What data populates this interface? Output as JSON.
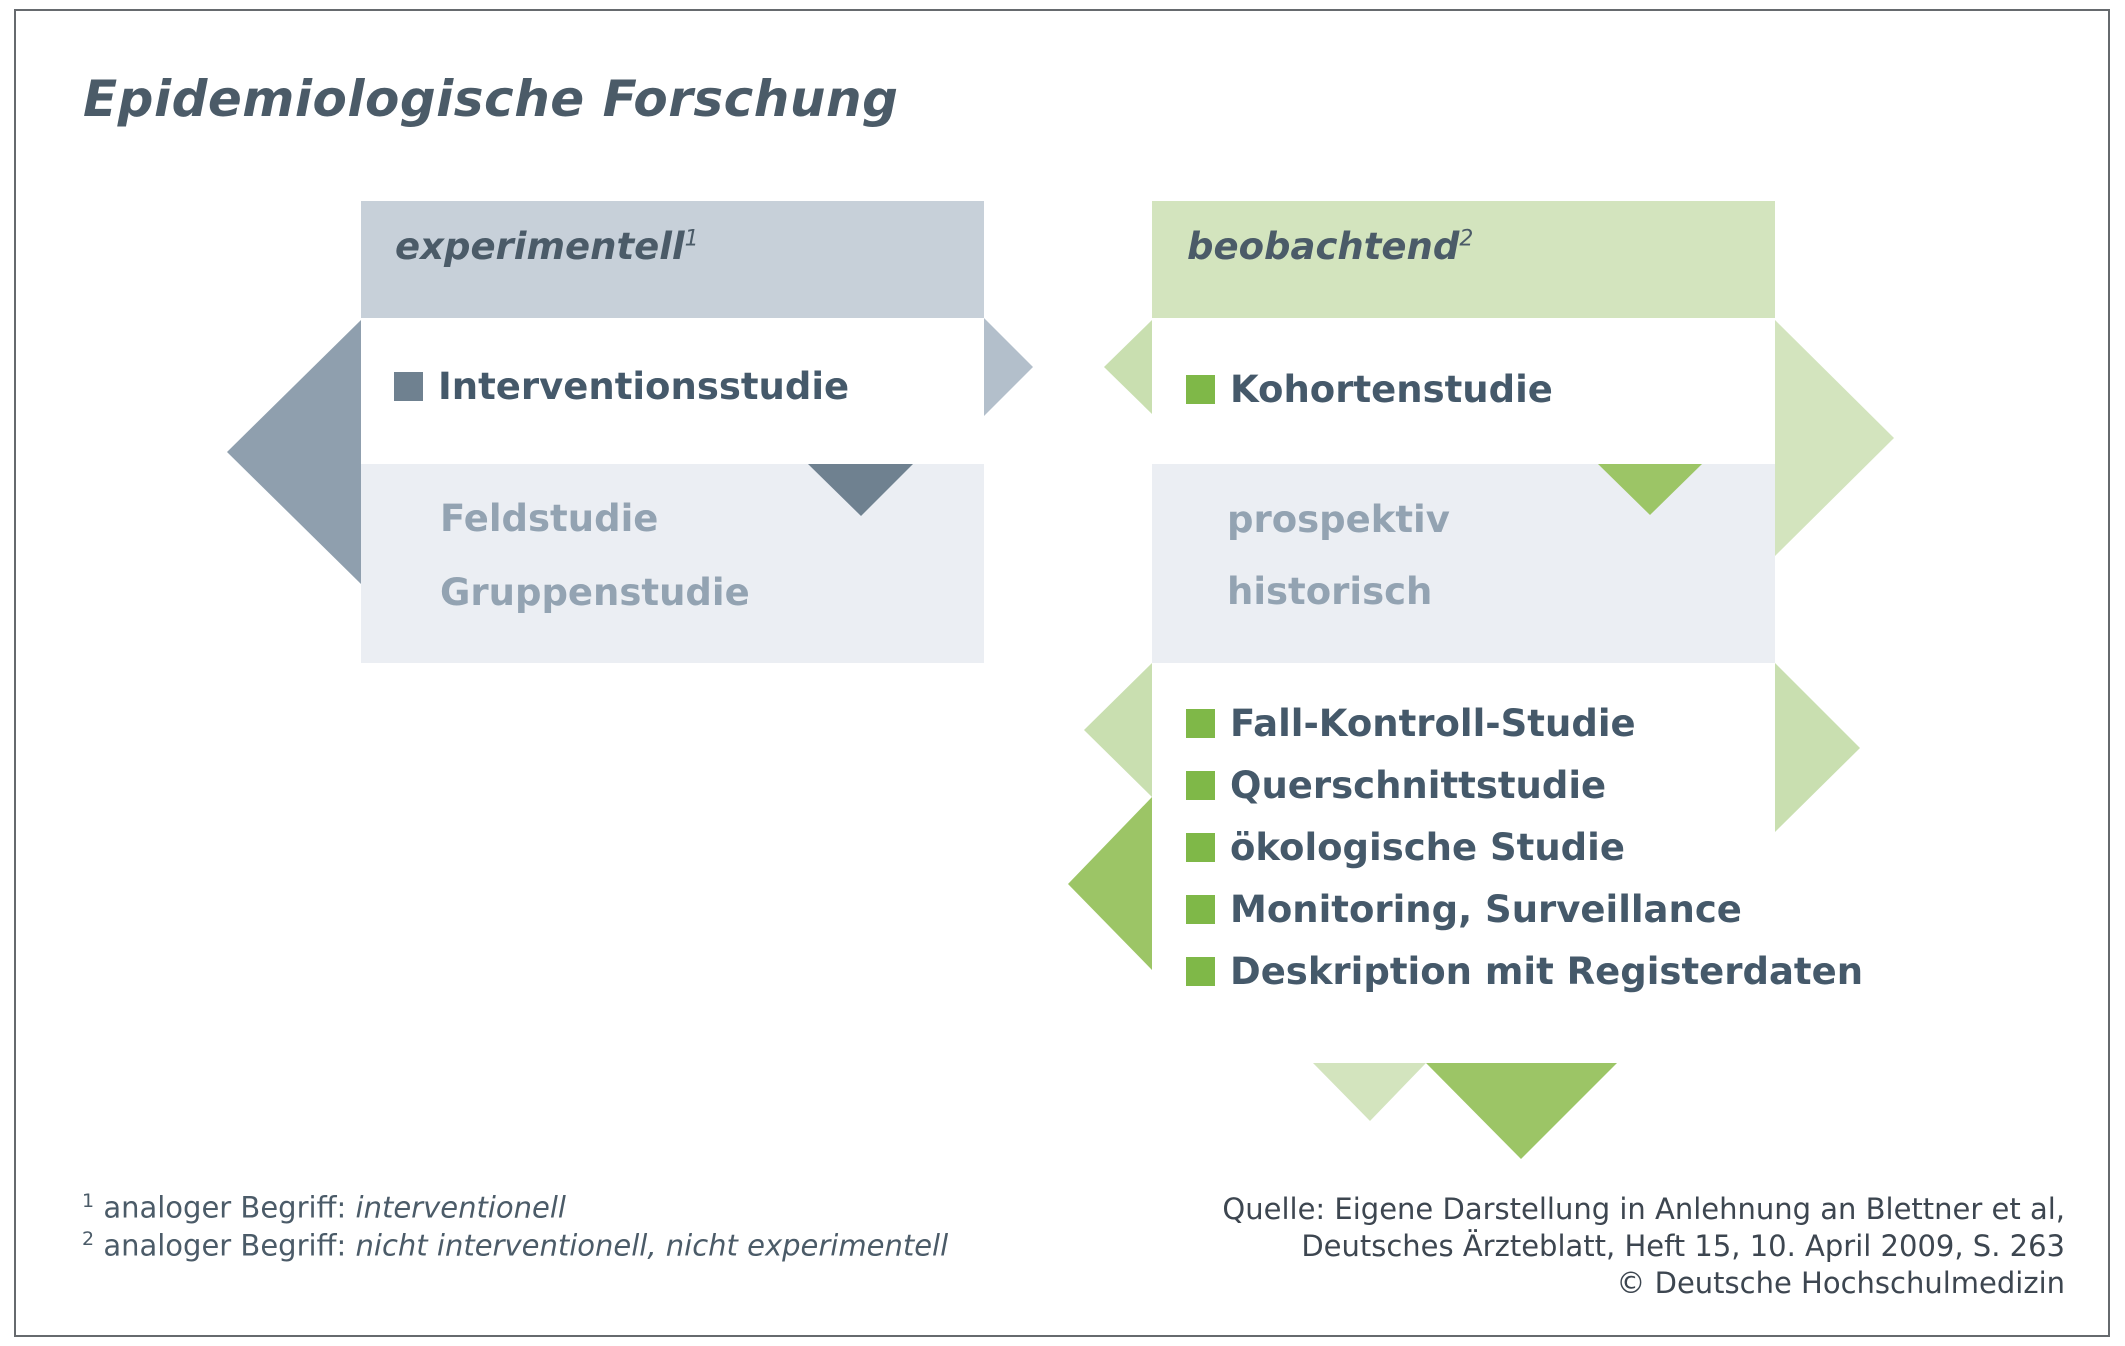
{
  "title": "Epidemiologische Forschung",
  "left": {
    "header": "experimentell",
    "header_sup": "1",
    "main_item": "Interventionsstudie",
    "subtypes": [
      "Feldstudie",
      "Gruppenstudie"
    ]
  },
  "right": {
    "header": "beobachtend",
    "header_sup": "2",
    "main_item": "Kohortenstudie",
    "subtypes": [
      "prospektiv",
      "historisch"
    ],
    "other_items": [
      "Fall-Kontroll-Studie",
      "Querschnittstudie",
      "ökologische Studie",
      "Monitoring, Surveillance",
      "Deskription mit Registerdaten"
    ]
  },
  "footnotes": [
    {
      "num": "1",
      "text": "analoger Begriff: ",
      "italic": "interventionell"
    },
    {
      "num": "2",
      "text": "analoger Begriff: ",
      "italic": "nicht interventionell, nicht experimentell"
    }
  ],
  "source": [
    "Quelle: Eigene Darstellung in Anlehnung an Blettner et al,",
    "Deutsches Ärzteblatt, Heft 15, 10. April 2009, S. 263",
    "© Deutsche Hochschulmedizin"
  ],
  "colors": {
    "gray_header": "#c7d0d9",
    "gray_panel": "#ebeef3",
    "gray_dark": "#6f8190",
    "gray_mid": "#8f9fae",
    "gray_light": "#b3bfcb",
    "green_header": "#d3e4be",
    "green_light": "#c9dfb0",
    "green_mid": "#9cc566",
    "green_bullet": "#7fb848"
  }
}
